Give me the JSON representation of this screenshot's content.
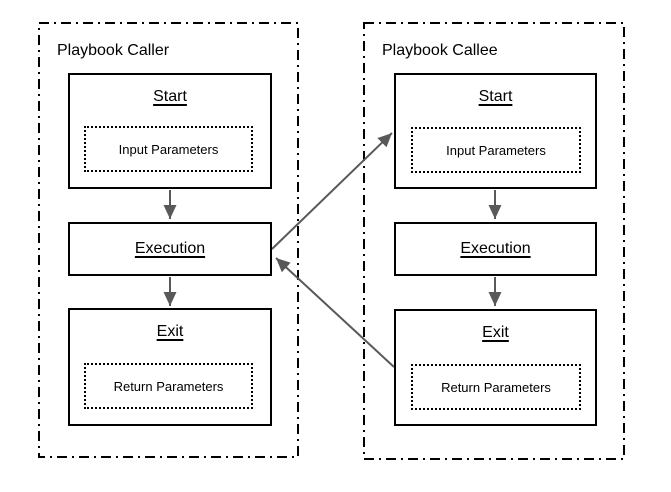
{
  "caller": {
    "title": "Playbook Caller",
    "start": {
      "title": "Start",
      "param": "Input Parameters"
    },
    "execution": {
      "title": "Execution"
    },
    "exit": {
      "title": "Exit",
      "param": "Return Parameters"
    }
  },
  "callee": {
    "title": "Playbook Callee",
    "start": {
      "title": "Start",
      "param": "Input Parameters"
    },
    "execution": {
      "title": "Execution"
    },
    "exit": {
      "title": "Exit",
      "param": "Return Parameters"
    }
  },
  "colors": {
    "background": "#ffffff",
    "box_border": "#000000",
    "container_border": "#000000",
    "arrow": "#595959",
    "text": "#000000"
  }
}
